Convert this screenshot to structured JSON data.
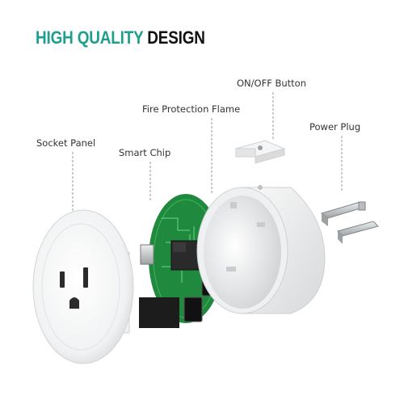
{
  "headline": {
    "part1": "HIGH QUALITY",
    "part2": " DESIGN"
  },
  "labels": {
    "on_off_button": "ON/OFF Button",
    "fire_protection": "Fire Protection Flame",
    "power_plug": "Power Plug",
    "socket_panel": "Socket Panel",
    "smart_chip": "Smart Chip"
  },
  "colors": {
    "accent": "#1e9e8c",
    "pcb": "#1f8a3e",
    "leader_line": "#999999"
  }
}
